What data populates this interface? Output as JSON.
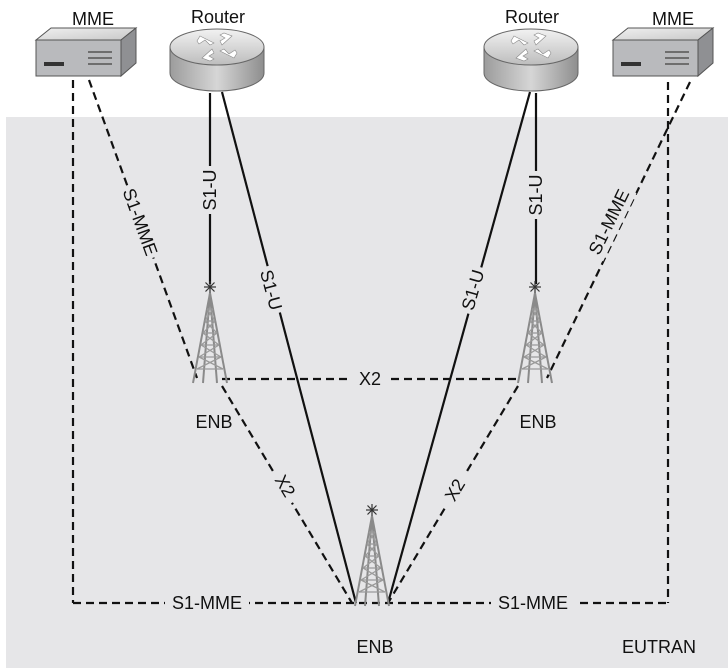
{
  "devices": {
    "mme_left": "MME",
    "router_left": "Router",
    "router_right": "Router",
    "mme_right": "MME"
  },
  "enb": {
    "left": "ENB",
    "right": "ENB",
    "bottom": "ENB"
  },
  "region_label": "EUTRAN",
  "links": {
    "s1_mme_left": "S1-MME",
    "s1_u_left_vertical": "S1-U",
    "s1_u_left_diagonal": "S1-U",
    "s1_u_right_diagonal": "S1-U",
    "s1_u_right_vertical": "S1-U",
    "s1_mme_right": "S1-MME",
    "x2_top": "X2",
    "x2_left": "X2",
    "x2_right": "X2",
    "s1_mme_bottom_left": "S1-MME",
    "s1_mme_bottom_right": "S1-MME"
  },
  "colors": {
    "region_fill": "#e6e6e8",
    "line": "#111111",
    "device_body": "#b9babd",
    "tower": "#8a8a8a"
  }
}
